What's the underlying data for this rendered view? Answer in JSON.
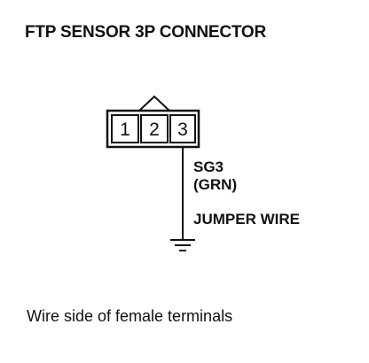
{
  "title": "FTP SENSOR 3P CONNECTOR",
  "connector": {
    "pins": [
      "1",
      "2",
      "3"
    ]
  },
  "wire": {
    "signal": "SG3",
    "color": "(GRN)",
    "jumper": "JUMPER WIRE"
  },
  "caption": "Wire side of female terminals"
}
